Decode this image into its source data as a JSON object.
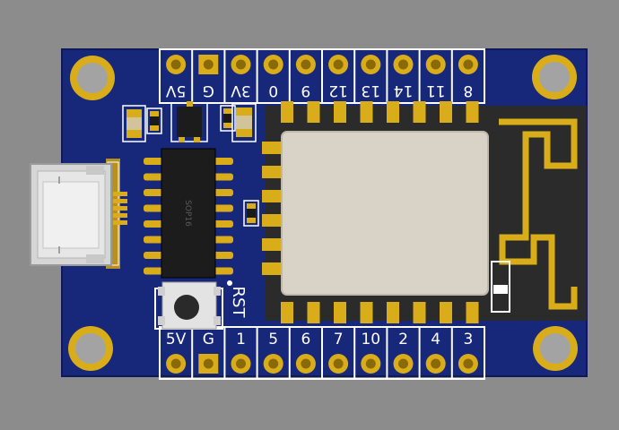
{
  "colors": {
    "background": "#8c8c8c",
    "board": "#17287a",
    "board_edge": "#0d1a55",
    "silkscreen": "#ffffff",
    "gold": "#d9ad1a",
    "gold_dark": "#8a6a08",
    "module_pcb": "#2b2b2b",
    "shield": "#d9d2c6",
    "ic_body": "#1c1c1c",
    "usb_metal": "#d6d6d6"
  },
  "top_header": {
    "labels": [
      "5V",
      "G",
      "3V",
      "0",
      "9",
      "12",
      "13",
      "14",
      "11",
      "8"
    ]
  },
  "bottom_header": {
    "labels": [
      "5V",
      "G",
      "1",
      "5",
      "6",
      "7",
      "10",
      "2",
      "4",
      "3"
    ]
  },
  "ic": {
    "marking": "SOP16"
  },
  "reset": {
    "label": "RST"
  },
  "icons": {
    "usb": "micro-usb-connector-icon",
    "button": "tactile-push-button-icon",
    "antenna": "pcb-antenna-icon",
    "hole": "mounting-hole-icon"
  }
}
